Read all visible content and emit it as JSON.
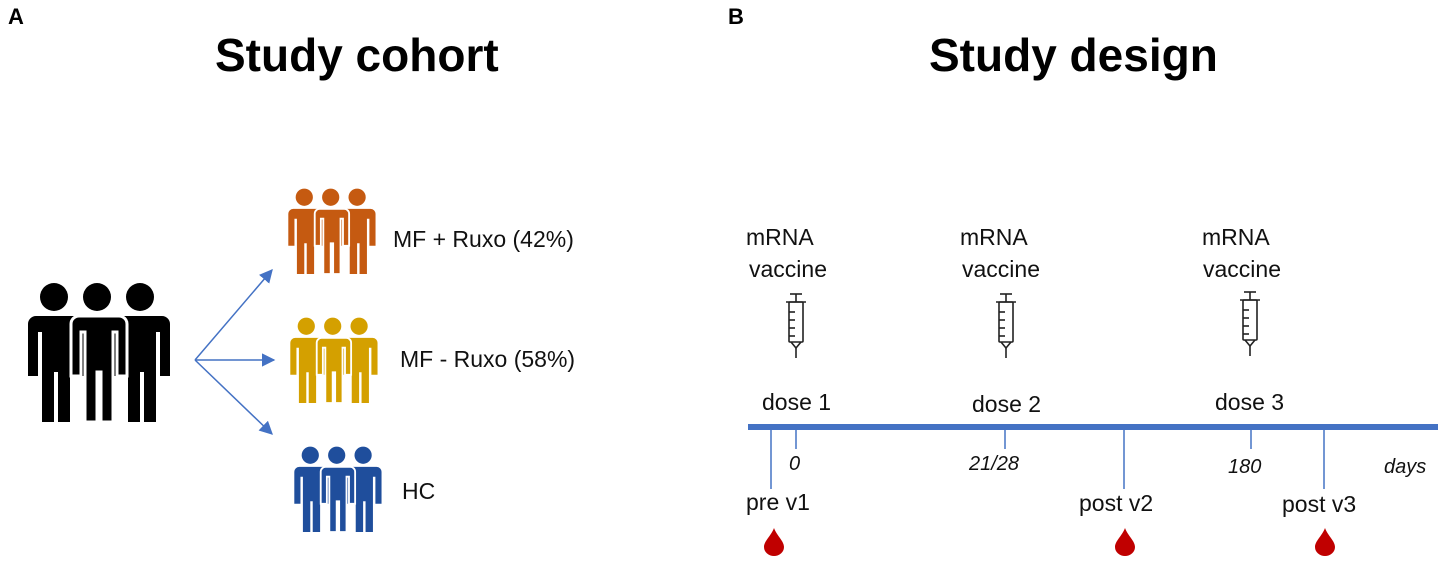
{
  "panel_a": {
    "letter": "A",
    "title": "Study cohort",
    "groups": [
      {
        "label": "MF + Ruxo (42%)",
        "color": "#c55a11",
        "icon": "people-group-icon"
      },
      {
        "label": "MF - Ruxo  (58%)",
        "color": "#d4a000",
        "icon": "people-group-icon"
      },
      {
        "label": "HC",
        "color": "#1f4e9c",
        "icon": "people-group-icon"
      }
    ],
    "source_color": "#000000",
    "arrow_color": "#4472c4"
  },
  "panel_b": {
    "letter": "B",
    "title": "Study design",
    "vaccines": [
      {
        "line1": "mRNA",
        "line2": "vaccine",
        "dose": "dose 1",
        "day": "0"
      },
      {
        "line1": "mRNA",
        "line2": "vaccine",
        "dose": "dose 2",
        "day": "21/28"
      },
      {
        "line1": "mRNA",
        "line2": "vaccine",
        "dose": "dose 3",
        "day": "180"
      }
    ],
    "samples": [
      {
        "label": "pre v1",
        "icon": "blood-drop-icon"
      },
      {
        "label": "post v2",
        "icon": "blood-drop-icon"
      },
      {
        "label": "post v3",
        "icon": "blood-drop-icon"
      }
    ],
    "axis_unit": "days",
    "timeline_color": "#4472c4",
    "drop_color": "#c00000"
  }
}
